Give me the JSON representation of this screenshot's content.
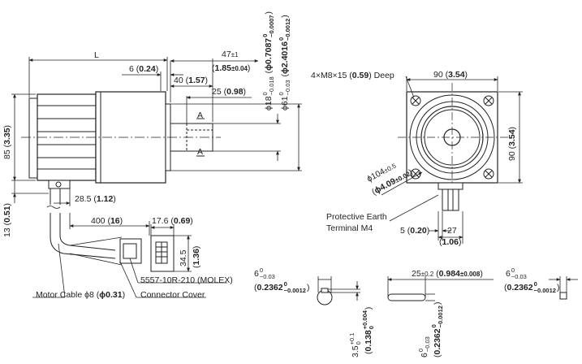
{
  "dims": {
    "L": "L",
    "d6": "6",
    "d6_in": "0.24",
    "d47": "47",
    "d47_tol": "±1",
    "d47_in": "1.85",
    "d47_in_tol": "±0.04",
    "d40": "40",
    "d40_in": "1.57",
    "d25": "25",
    "d25_in": "0.98",
    "shaft_dia_prefix": "ϕ18",
    "shaft_dia_tol_top": "0",
    "shaft_dia_tol_bot": "−0.018",
    "shaft_dia_in": "ϕ0.7087",
    "shaft_dia_in_tol_top": "0",
    "shaft_dia_in_tol_bot": "−0.0007",
    "pilot_dia": "ϕ61",
    "pilot_tol_top": "0",
    "pilot_tol_bot": "−0.03",
    "pilot_in": "ϕ2.4016",
    "pilot_in_tol_top": "0",
    "pilot_in_tol_bot": "−0.0012",
    "h85": "85",
    "h85_in": "3.35",
    "h13": "13",
    "h13_in": "0.51",
    "d285": "28.5",
    "d285_in": "1.12",
    "d400": "400",
    "d400_in": "16",
    "d176": "17.6",
    "d176_in": "0.69",
    "d345": "34.5",
    "d345_in": "1.36",
    "section_marker": "A",
    "mount_holes": "4×M8×15",
    "mount_holes_in": "0.59",
    "mount_holes_suffix": "Deep",
    "w90": "90",
    "w90_in": "3.54",
    "h90": "90",
    "h90_in": "3.54",
    "pcd": "ϕ104",
    "pcd_tol": "±0.5",
    "pcd_in": "ϕ4.09",
    "pcd_in_tol": "±0.02",
    "d5": "5",
    "d5_in": "0.20",
    "d27": "27",
    "d27_in": "1.06",
    "key_w": "6",
    "key_w_tol_top": "0",
    "key_w_tol_bot": "−0.03",
    "key_w_in": "0.2362",
    "key_w_in_tol_top": "0",
    "key_w_in_tol_bot": "−0.0012",
    "key_h": "3.5",
    "key_h_tol_top": "+0.1",
    "key_h_tol_bot": "0",
    "key_h_in": "0.138",
    "key_h_in_tol_top": "+0.004",
    "key_h_in_tol_bot": "0",
    "key_len": "25",
    "key_len_tol": "±0.2",
    "key_len_in": "0.984",
    "key_len_in_tol": "±0.008",
    "key_side_w": "6",
    "key_side_w_tol_top": "0",
    "key_side_w_tol_bot": "−0.03",
    "key_side_w_in": "0.2362",
    "key_side_w_in_tol_top": "0",
    "key_side_w_in_tol_bot": "−0.0012",
    "key2_w": "6",
    "key2_w_tol_top": "0",
    "key2_w_tol_bot": "−0.03",
    "key2_w_in": "0.2362",
    "key2_w_in_tol_top": "0",
    "key2_w_in_tol_bot": "−0.0012"
  },
  "labels": {
    "connector_part": "5557-10R-210 (MOLEX)",
    "connector_cover": "Connector Cover",
    "motor_cable": "Motor Cable ϕ8 (",
    "motor_cable_in": "ϕ0.31",
    "motor_cable_close": ")",
    "protective_earth_1": "Protective Earth",
    "protective_earth_2": "Terminal M4"
  }
}
